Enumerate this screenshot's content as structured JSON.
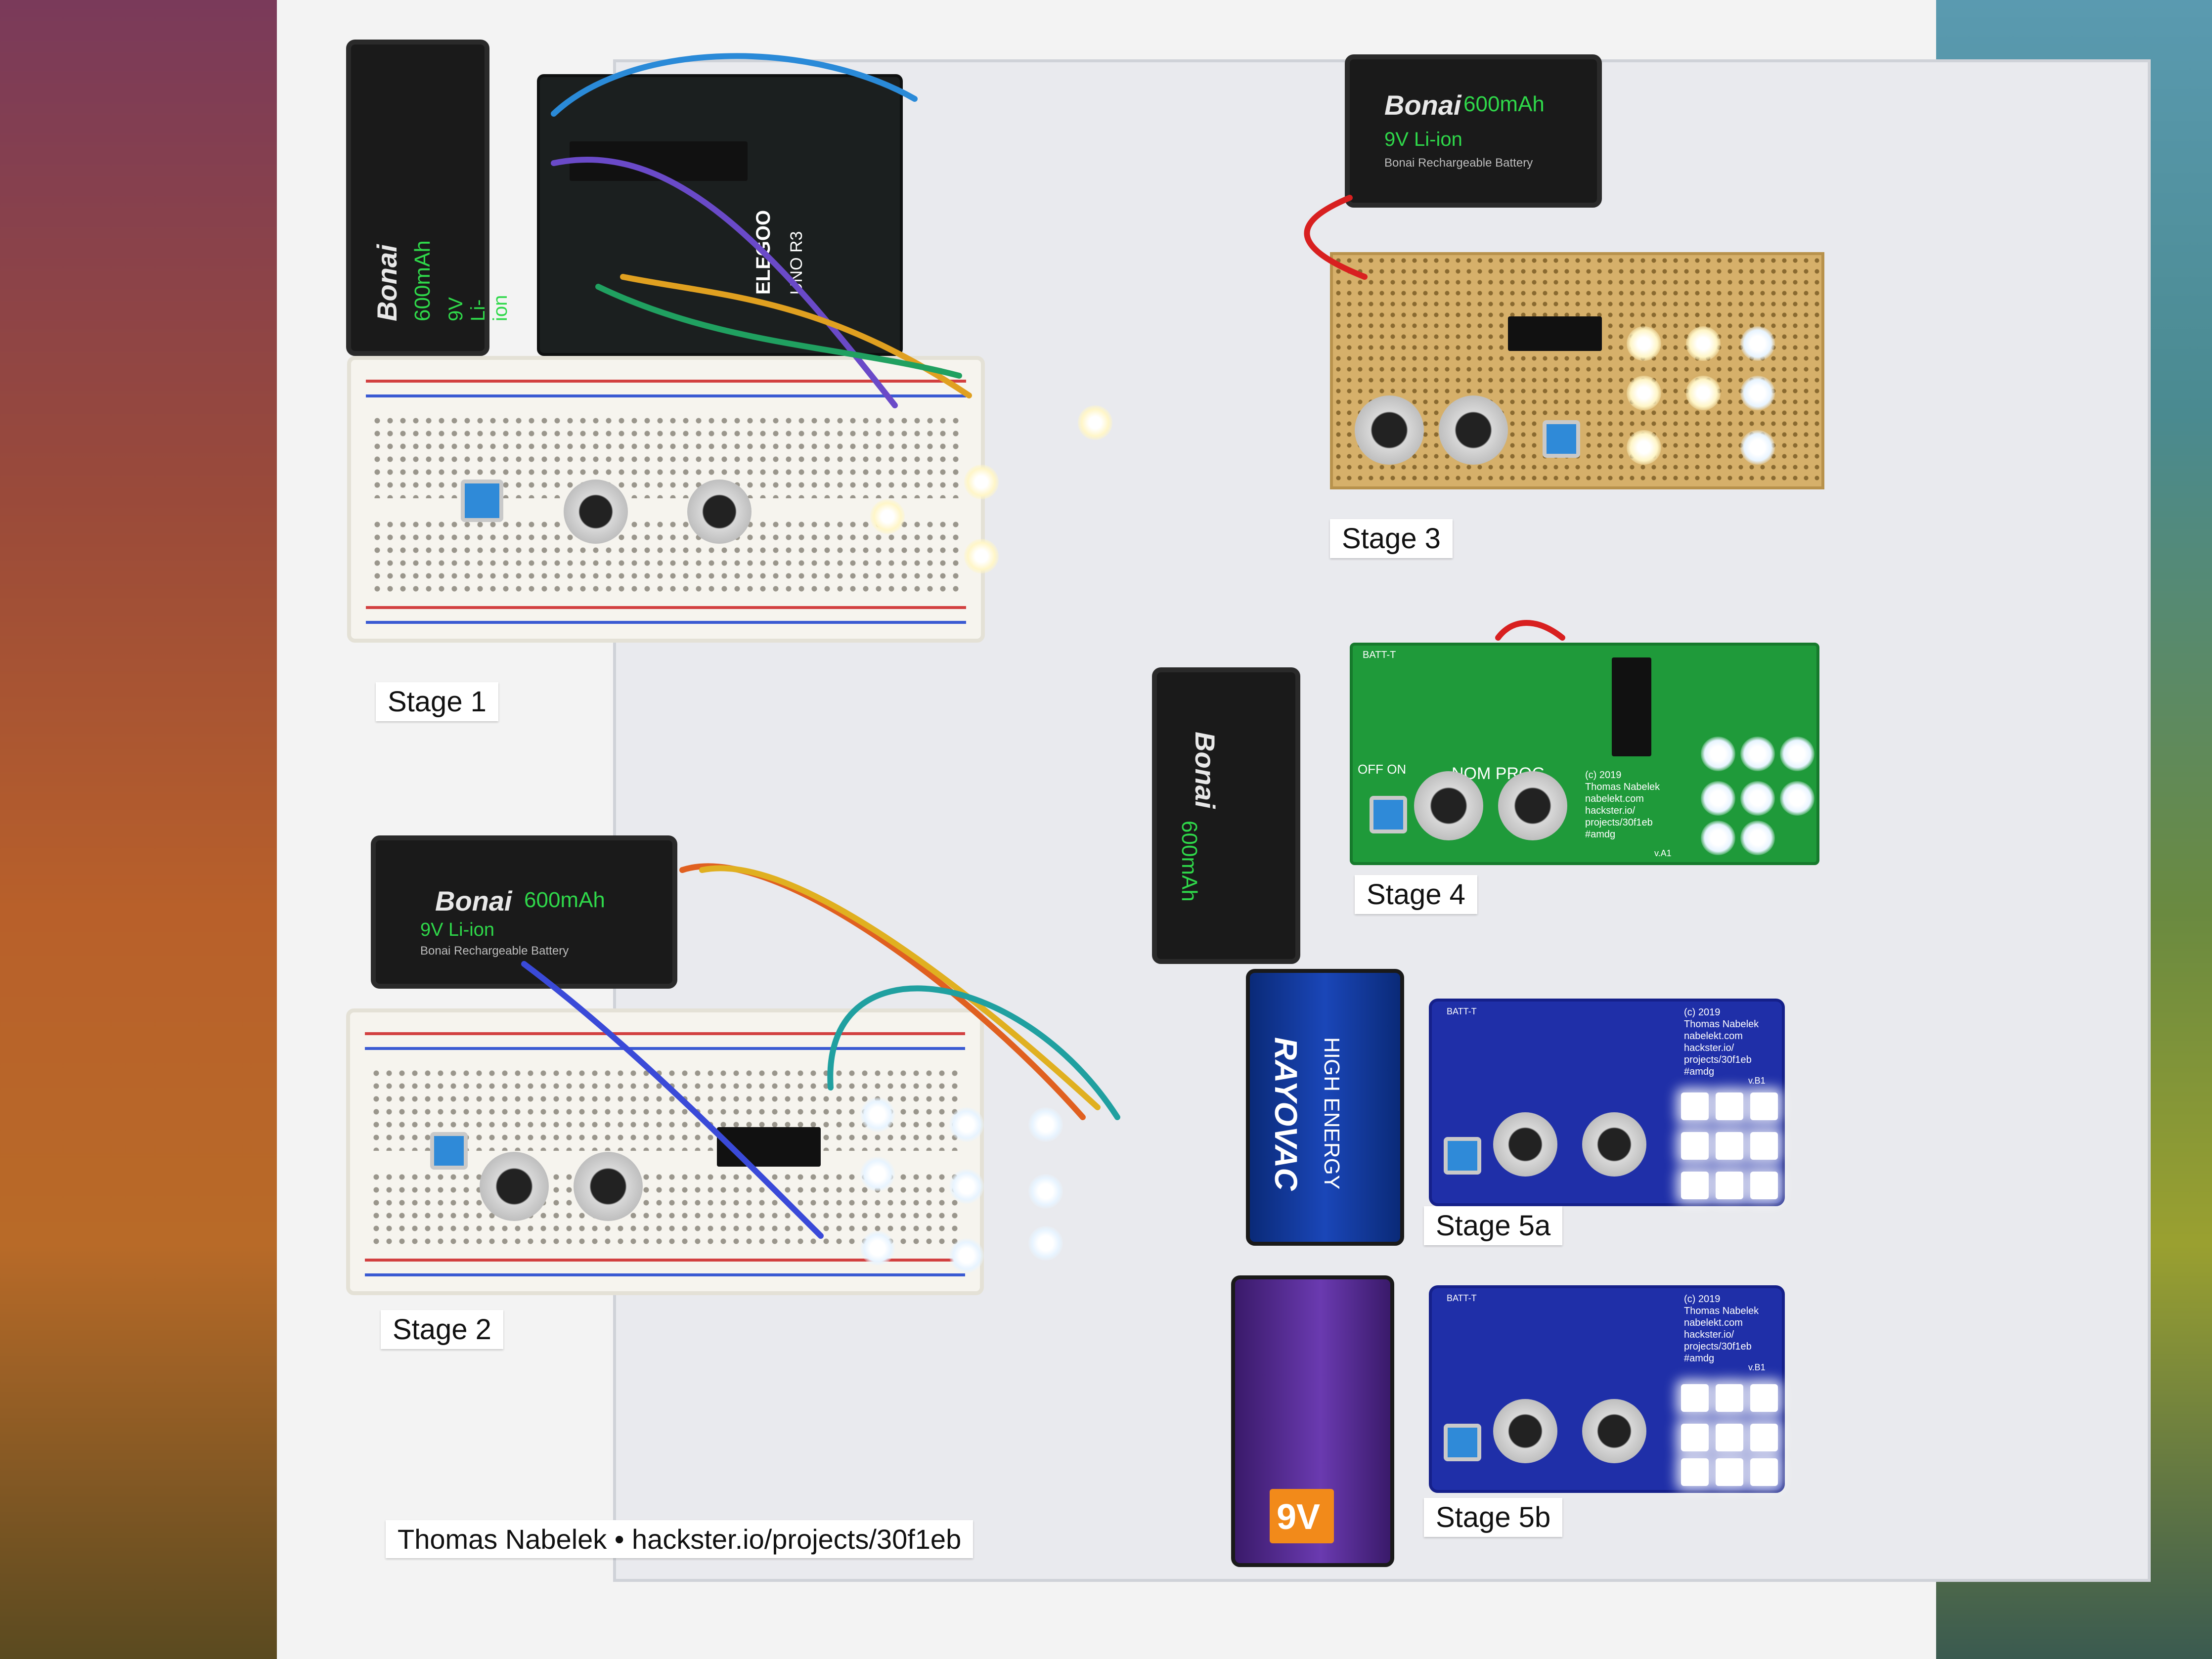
{
  "labels": {
    "stage1": "Stage 1",
    "stage2": "Stage 2",
    "stage3": "Stage 3",
    "stage4": "Stage 4",
    "stage5a": "Stage 5a",
    "stage5b": "Stage 5b",
    "credit": "Thomas Nabelek • hackster.io/projects/30f1eb"
  },
  "batteries": {
    "bonai_brand": "Bonai",
    "bonai_capacity": "600mAh",
    "bonai_type": "9V Li-ion",
    "bonai_sub": "Bonai Rechargeable Battery",
    "rayovac_brand": "RAYOVAC",
    "rayovac_sub": "HIGH ENERGY",
    "purple_label": "9V"
  },
  "arduino": {
    "brand": "ELEGOO",
    "model": "UNO R3"
  },
  "pcb": {
    "stage4_notice": "(c) 2019\nThomas Nabelek\nnabelekt.com\nhackster.io/\nprojects/30f1eb\n#amdg",
    "stage5_notice": "(c) 2019\nThomas Nabelek\nnabelekt.com\nhackster.io/\nprojects/30f1eb\n#amdg",
    "nom_prog": "NOM PROG",
    "off_on": "OFF  ON",
    "batt": "BATT-T",
    "version_a": "v.A1",
    "version_b": "v.B1"
  },
  "colors": {
    "pcb_green": "#1f9a3a",
    "pcb_blue": "#1f2fa8",
    "breadboard": "#f6f4ee"
  }
}
